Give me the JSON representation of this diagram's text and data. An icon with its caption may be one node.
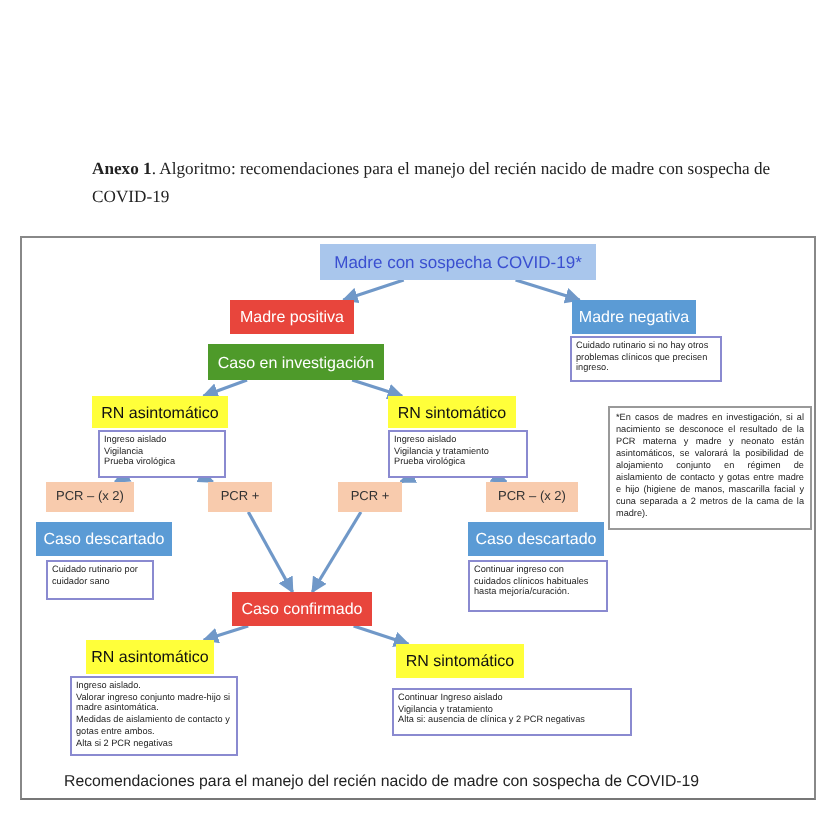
{
  "diagram": {
    "title": "**Anexo 1**. Algoritmo: recomendaciones para el manejo del recién nacido de madre con sospecha de COVID-19",
    "caption": "Recomendaciones para el manejo del recién nacido de madre con sospecha de COVID-19",
    "nodes": [
      {
        "text": [
          "Madre con sospecha COVID-19*"
        ]
      },
      {
        "text": [
          "Madre positiva"
        ]
      },
      {
        "text": [
          "Madre negativa"
        ]
      },
      {
        "text": [
          "Cuidado rutinario si no hay otros problemas clínicos que precisen ingreso."
        ]
      },
      {
        "text": [
          "Caso en investigación"
        ]
      },
      {
        "text": [
          "RN asintomático"
        ]
      },
      {
        "text": [
          "Ingreso aislado",
          "Vigilancia",
          "Prueba virológica"
        ]
      },
      {
        "text": [
          "RN sintomático"
        ]
      },
      {
        "text": [
          "Ingreso aislado",
          "Vigilancia y tratamiento",
          "Prueba virológica"
        ]
      },
      {
        "text": [
          "*En casos de madres en investigación, si al nacimiento se desconoce el resultado de la PCR materna y madre y neonato están asintomáticos, se valorará la posibilidad de alojamiento conjunto en régimen de aislamiento de contacto y gotas entre madre e hijo (higiene de manos, mascarilla facial y cuna separada a 2 metros de la cama de la madre)."
        ]
      },
      {
        "text": [
          "PCR – (x 2)"
        ]
      },
      {
        "text": [
          "PCR +"
        ]
      },
      {
        "text": [
          "PCR +"
        ]
      },
      {
        "text": [
          "PCR – (x 2)"
        ]
      },
      {
        "text": [
          "Caso descartado"
        ]
      },
      {
        "text": [
          "Cuidado rutinario por cuidador sano"
        ]
      },
      {
        "text": [
          "Caso descartado"
        ]
      },
      {
        "text": [
          "Continuar ingreso con cuidados clínicos habituales hasta mejoría/curación."
        ]
      },
      {
        "text": [
          "Caso confirmado"
        ]
      },
      {
        "text": [
          "RN asintomático"
        ]
      },
      {
        "text": [
          "Ingreso aislado.",
          "Valorar ingreso conjunto madre-hijo si madre asintomática.",
          "Medidas de aislamiento de contacto y gotas entre ambos.",
          "Alta si 2 PCR negativas"
        ]
      },
      {
        "text": [
          "RN sintomático"
        ]
      },
      {
        "text": [
          "Continuar Ingreso aislado",
          "Vigilancia y tratamiento",
          "Alta si: ausencia de clínica y 2 PCR negativas"
        ]
      }
    ],
    "edges": [
      {
        "from": 0,
        "to": 1,
        "arrow": "to"
      },
      {
        "from": 0,
        "to": 2,
        "arrow": "to"
      },
      {
        "from": 4,
        "to": 5,
        "arrow": "to"
      },
      {
        "from": 4,
        "to": 7,
        "arrow": "to"
      },
      {
        "from": 6,
        "to": 10,
        "arrow": "to"
      },
      {
        "from": 6,
        "to": 11,
        "arrow": "to"
      },
      {
        "from": 8,
        "to": 12,
        "arrow": "to"
      },
      {
        "from": 8,
        "to": 13,
        "arrow": "to"
      },
      {
        "from": 11,
        "to": 18,
        "arrow": "to"
      },
      {
        "from": 12,
        "to": 18,
        "arrow": "to"
      },
      {
        "from": 18,
        "to": 19,
        "arrow": "to"
      },
      {
        "from": 18,
        "to": 21,
        "arrow": "to"
      }
    ]
  }
}
